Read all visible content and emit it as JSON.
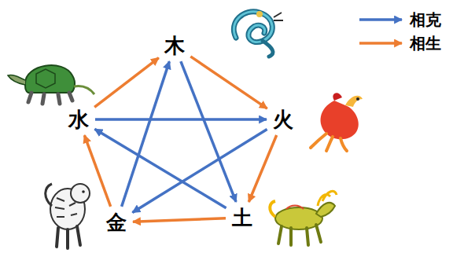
{
  "diagram": {
    "nodes": [
      {
        "text": [
          "木"
        ]
      },
      {
        "text": [
          "火"
        ]
      },
      {
        "text": [
          "土"
        ]
      },
      {
        "text": [
          "金"
        ]
      },
      {
        "text": [
          "水"
        ]
      }
    ],
    "edges": [
      {
        "from": 0,
        "to": 1,
        "arrow": "to"
      },
      {
        "from": 1,
        "to": 2,
        "arrow": "to"
      },
      {
        "from": 2,
        "to": 3,
        "arrow": "to"
      },
      {
        "from": 3,
        "to": 4,
        "arrow": "to"
      },
      {
        "from": 4,
        "to": 0,
        "arrow": "to"
      },
      {
        "from": 0,
        "to": 2,
        "arrow": "to"
      },
      {
        "from": 2,
        "to": 4,
        "arrow": "to"
      },
      {
        "from": 4,
        "to": 1,
        "arrow": "to"
      },
      {
        "from": 1,
        "to": 3,
        "arrow": "to"
      },
      {
        "from": 3,
        "to": 0,
        "arrow": "to"
      }
    ],
    "legend": [
      {
        "text": "相克"
      },
      {
        "text": "相生"
      }
    ]
  }
}
